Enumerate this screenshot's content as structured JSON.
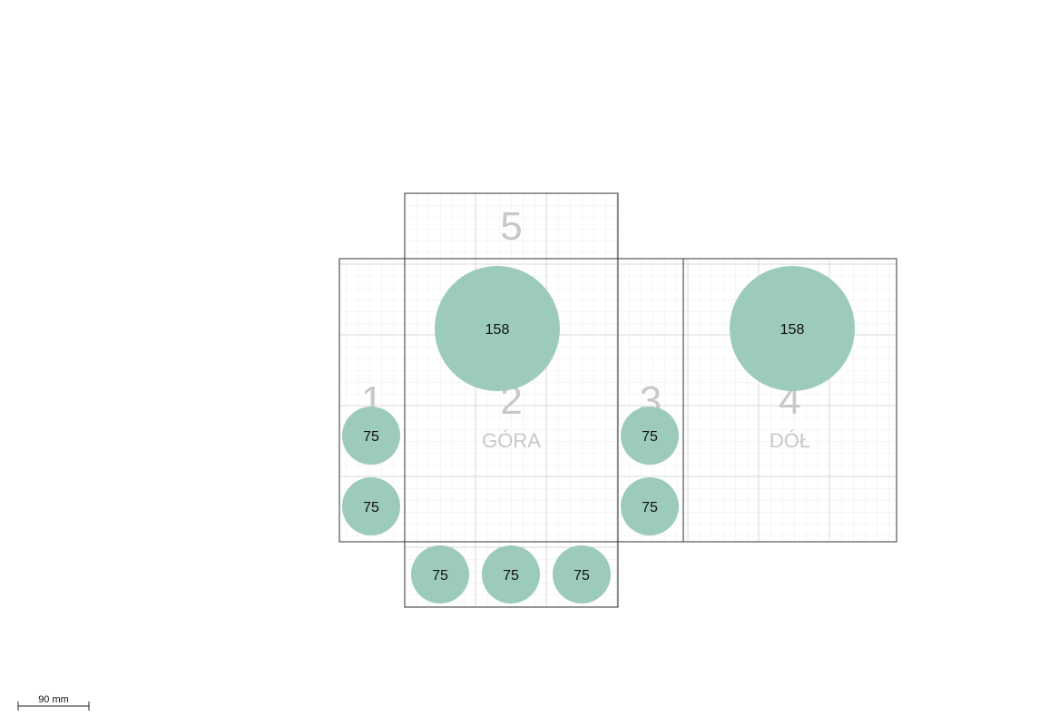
{
  "colors": {
    "circle_fill": "#9ccbba",
    "panel_stroke": "#333333",
    "grid_major": "#d9d9d9",
    "grid_minor": "#eeeeee",
    "face_text": "#c8c8c8",
    "background": "#ffffff"
  },
  "faces": [
    {
      "id": "5",
      "number": "5",
      "label": ""
    },
    {
      "id": "1",
      "number": "1",
      "label": ""
    },
    {
      "id": "2",
      "number": "2",
      "label": "GÓRA"
    },
    {
      "id": "3",
      "number": "3",
      "label": ""
    },
    {
      "id": "4",
      "number": "4",
      "label": "DÓŁ"
    },
    {
      "id": "6",
      "number": "",
      "label": ""
    }
  ],
  "circles": [
    {
      "face": "2",
      "label": "158",
      "size": "large"
    },
    {
      "face": "4",
      "label": "158",
      "size": "large"
    },
    {
      "face": "1",
      "label": "75",
      "size": "small"
    },
    {
      "face": "1",
      "label": "75",
      "size": "small"
    },
    {
      "face": "3",
      "label": "75",
      "size": "small"
    },
    {
      "face": "3",
      "label": "75",
      "size": "small"
    },
    {
      "face": "6",
      "label": "75",
      "size": "small"
    },
    {
      "face": "6",
      "label": "75",
      "size": "small"
    },
    {
      "face": "6",
      "label": "75",
      "size": "small"
    }
  ],
  "scale": {
    "label": "90 mm"
  }
}
